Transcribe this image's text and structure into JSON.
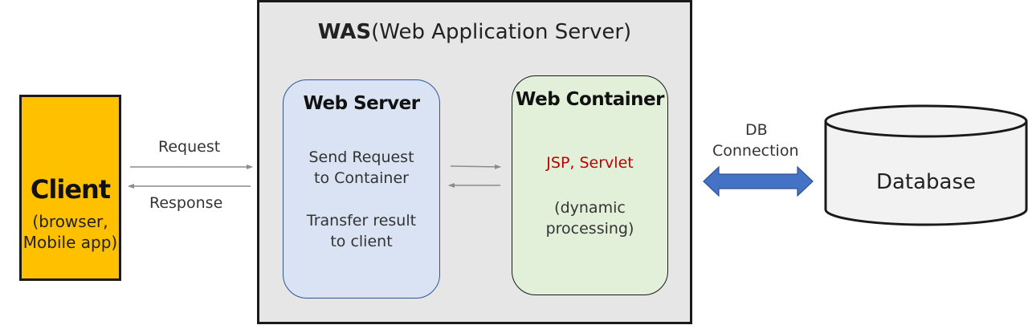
{
  "client": {
    "title": "Client",
    "subtitle_line1": "(browser,",
    "subtitle_line2": "Mobile app)"
  },
  "was": {
    "title_bold": "WAS",
    "title_rest": "(Web Application Server)"
  },
  "web_server": {
    "title": "Web Server",
    "line1": "Send Request",
    "line2": "to Container",
    "line3": "Transfer result",
    "line4": "to client"
  },
  "web_container": {
    "title": "Web Container",
    "tech": "JSP, Servlet",
    "line1": "(dynamic",
    "line2": "processing)"
  },
  "arrows": {
    "request": "Request",
    "response": "Response",
    "db_line1": "DB",
    "db_line2": "Connection"
  },
  "database": {
    "label": "Database"
  },
  "colors": {
    "client_fill": "#ffc000",
    "web_server_fill": "#dae3f3",
    "web_container_fill": "#e2f0d9",
    "was_fill": "#e6e6e6",
    "db_arrow": "#4472c4",
    "tech_text": "#c00000"
  }
}
